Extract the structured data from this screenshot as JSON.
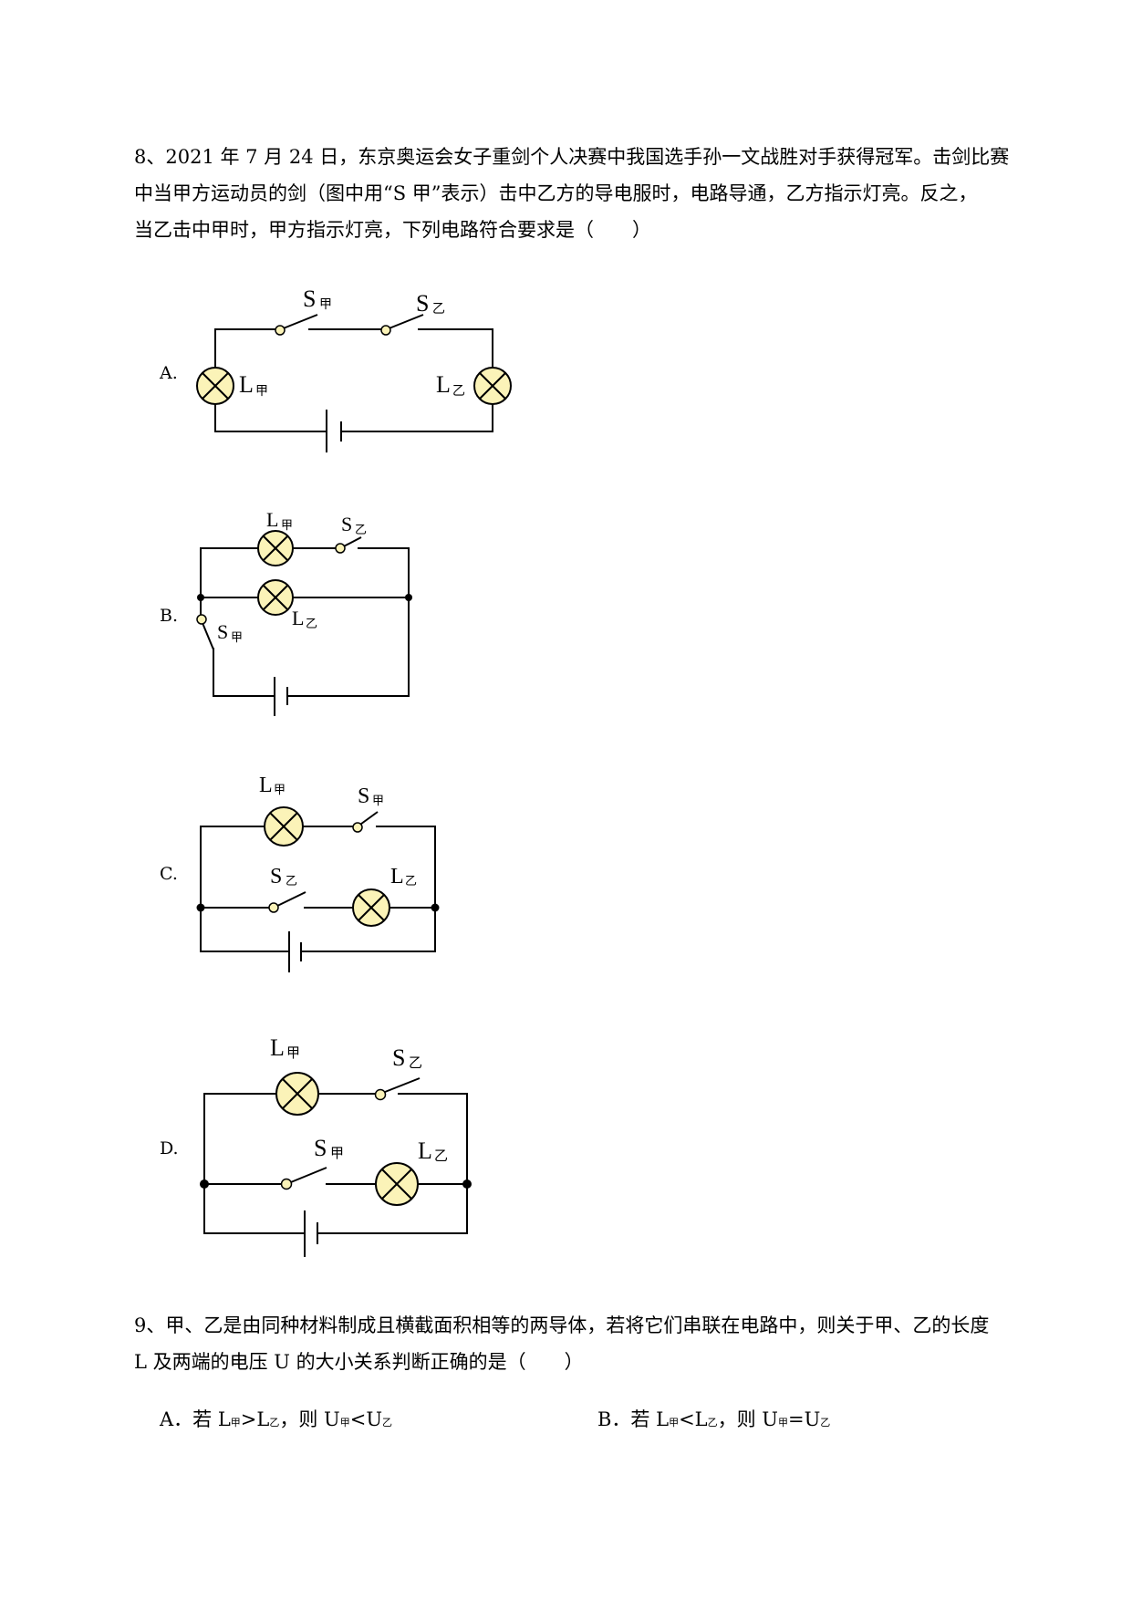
{
  "q8": {
    "line1": "8、2021 年 7 月 24 日，东京奥运会女子重剑个人决赛中我国选手孙一文战胜对手获得冠军。击剑比赛",
    "line2": "中当甲方运动员的剑（图中用“S 甲”表示）击中乙方的导电服时，电路导通，乙方指示灯亮。反之，",
    "line3": "当乙击中甲时，甲方指示灯亮，下列电路符合要求是（　　）"
  },
  "options": {
    "a": "A.",
    "b": "B.",
    "c": "C.",
    "d": "D."
  },
  "labels": {
    "S": "S",
    "L": "L",
    "jia": "甲",
    "yi": "乙"
  },
  "q9": {
    "line1": "9、甲、乙是由同种材料制成且横截面积相等的两导体，若将它们串联在电路中，则关于甲、乙的长度",
    "line2": "L 及两端的电压 U 的大小关系判断正确的是（　　）",
    "choiceA": {
      "prefix": "A．若 L",
      "sub1": "甲",
      "mid1": ">L",
      "sub2": "乙",
      "mid2": "，则 U",
      "sub3": "甲",
      "mid3": "<U",
      "sub4": "乙"
    },
    "choiceB": {
      "prefix": "B．若 L",
      "sub1": "甲",
      "mid1": "<L",
      "sub2": "乙",
      "mid2": "，则 U",
      "sub3": "甲",
      "mid3": "=U",
      "sub4": "乙"
    }
  },
  "colors": {
    "lamp_fill": "#fbf3b8",
    "switch_fill": "#fbf3b8",
    "wire": "#000000"
  }
}
